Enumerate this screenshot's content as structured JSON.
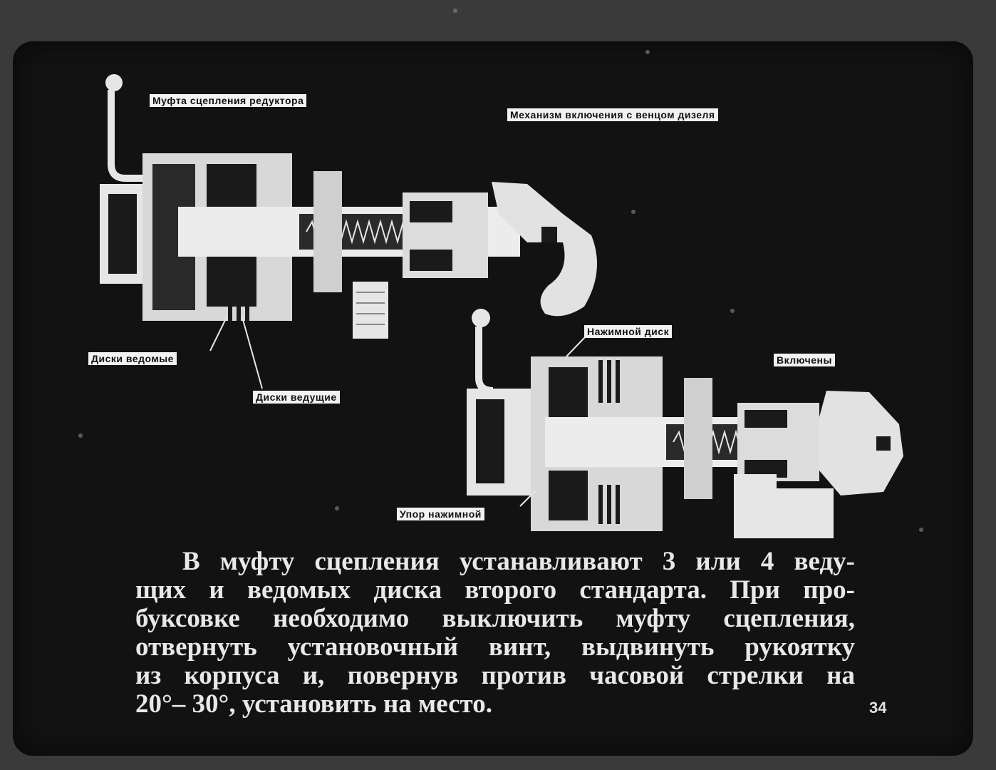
{
  "labels": {
    "clutch_reducer": "Муфта сцепления редуктора",
    "engagement_mechanism": "Механизм включения с венцом дизеля",
    "driven_discs": "Диски ведомые",
    "driving_discs": "Диски ведущие",
    "pressure_disc": "Нажимной диск",
    "engaged": "Включены",
    "pressure_stop": "Упор нажимной"
  },
  "caption": {
    "line1": "В муфту сцепления устанавливают 3 или 4 веду-",
    "line2": "щих и ведомых диска второго стандарта. При про-",
    "line3": "буксовке необходимо выключить муфту сцепления,",
    "line4": "отвернуть установочный винт, выдвинуть рукоятку",
    "line5": "из корпуса и, повернув против часовой стрелки на",
    "line6": "20°– 30°, установить на место."
  },
  "page_number": "34",
  "colors": {
    "background": "#121212",
    "part_light": "#e6e6e6",
    "part_dark": "#1a1a1a",
    "text": "#e8e8e8"
  }
}
